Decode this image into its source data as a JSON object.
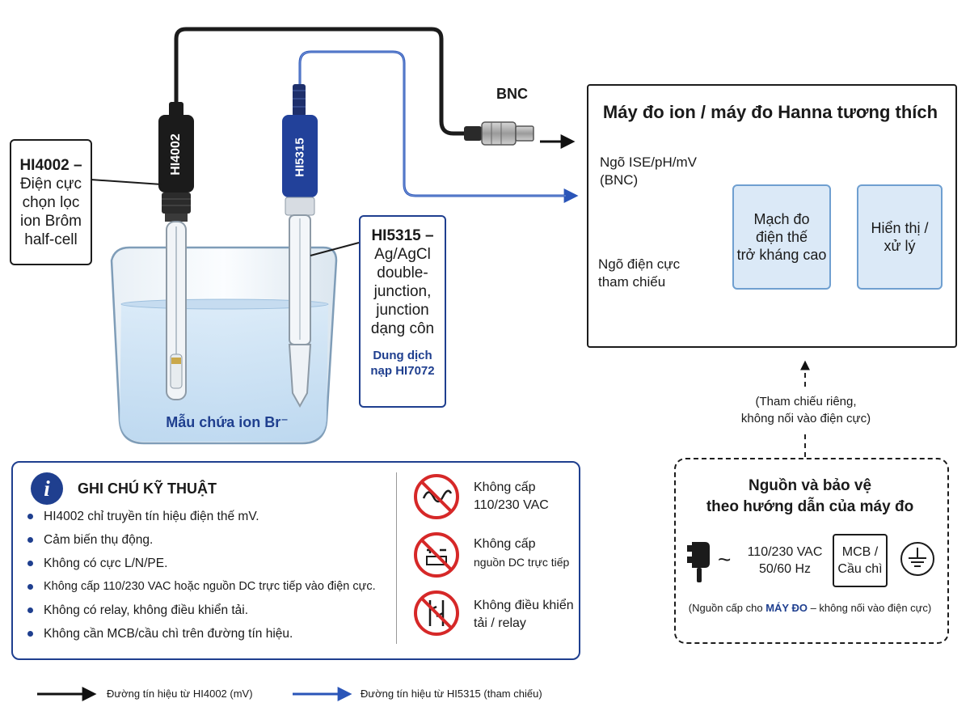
{
  "bnc_label": "BNC",
  "probe1": {
    "body_text": "HI4002",
    "callout": [
      "HI4002 –",
      "Điện cực",
      "chọn lọc",
      "ion Brôm",
      "half-cell"
    ]
  },
  "probe2": {
    "body_text": "HI5315",
    "callout": [
      "HI5315 –",
      "Ag/AgCl",
      "double-",
      "junction,",
      "junction",
      "dạng côn"
    ],
    "fill_solution": [
      "Dung dịch",
      "nạp HI7072"
    ]
  },
  "beaker_label": "Mẫu chứa ion Br⁻",
  "meter": {
    "title": "Máy đo ion / máy đo Hanna tương thích",
    "ise_input": [
      "Ngõ ISE/pH/mV",
      "(BNC)"
    ],
    "ref_input": [
      "Ngõ điện cực",
      "tham chiếu"
    ],
    "circuit": [
      "Mạch đo",
      "điện thế",
      "trở kháng cao"
    ],
    "display": [
      "Hiển thị /",
      "xử lý"
    ]
  },
  "separate_ref_note": [
    "(Tham chiếu riêng,",
    "không nối vào điện cực)"
  ],
  "power": {
    "title": [
      "Nguồn và bảo vệ",
      "theo hướng dẫn của máy đo"
    ],
    "ac": [
      "110/230 VAC",
      "50/60 Hz"
    ],
    "mcb": [
      "MCB /",
      "Cầu chì"
    ],
    "note_prefix": "(Nguồn cấp cho ",
    "note_emph": "MÁY ĐO",
    "note_suffix": " – không nối vào điện cực)"
  },
  "notes": {
    "title": "GHI CHÚ KỸ THUẬT",
    "items": [
      "HI4002 chỉ truyền tín hiệu điện thế mV.",
      "Cảm biến thụ động.",
      "Không có cực L/N/PE.",
      "Không cấp 110/230 VAC hoặc nguồn DC trực tiếp vào điện cực.",
      "Không có relay, không điều khiển tải.",
      "Không cần MCB/cầu chì trên đường tín hiệu."
    ],
    "warnings": [
      {
        "icon": "no-ac-icon",
        "text": [
          "Không cấp",
          "110/230 VAC"
        ]
      },
      {
        "icon": "no-dc-icon",
        "text": [
          "Không cấp",
          "nguồn DC trực tiếp"
        ]
      },
      {
        "icon": "no-relay-icon",
        "text": [
          "Không điều khiển",
          "tải / relay"
        ]
      }
    ]
  },
  "legend": {
    "black": "Đường tín hiệu từ HI4002 (mV)",
    "blue": "Đường tín hiệu từ HI5315 (tham chiếu)"
  },
  "colors": {
    "navy": "#1f3f8f",
    "blue_cable": "#2a55b8",
    "light_box": "#dbe9f7",
    "warn_red": "#d62828",
    "liquid": "#cfe3f5"
  }
}
